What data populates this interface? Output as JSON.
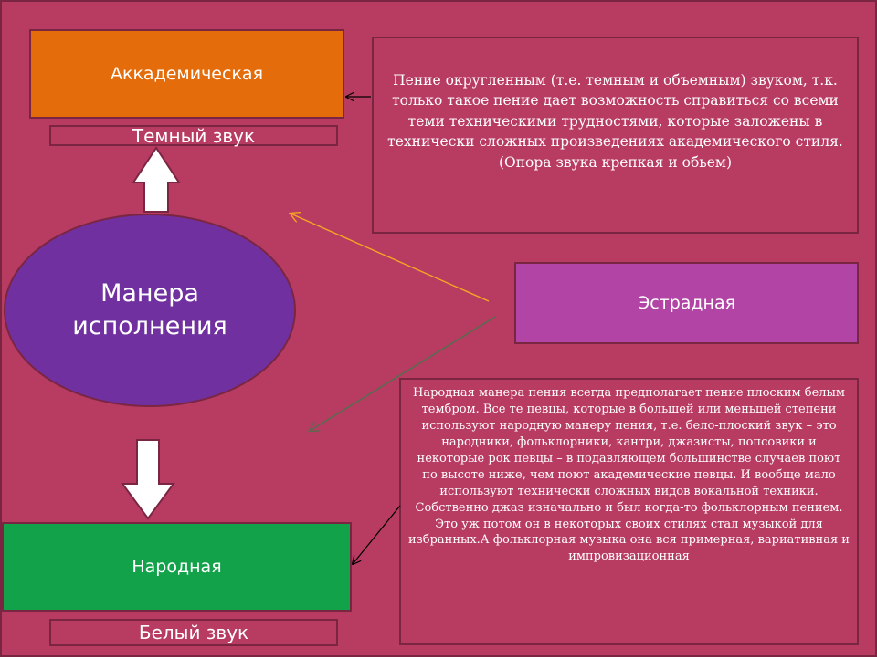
{
  "slide": {
    "academic_box": {
      "label": "Аккадемическая",
      "color": "#e46c0a"
    },
    "dark_sound_label": "Темный звук",
    "center_ellipse": {
      "label": "Манера исполнения",
      "color": "#7030a0"
    },
    "estrada_box": {
      "label": "Эстрадная",
      "color": "#b244a5"
    },
    "folk_box": {
      "label": "Народная",
      "color": "#12a24a"
    },
    "white_sound_label": "Белый звук",
    "academic_description": {
      "main": "Пение округленным (т.е. темным и объемным) звуком, т.к. только такое пение дает возможность справиться со всеми теми техническими трудностями, которые заложены в технически сложных произведениях академического стиля.",
      "note": "(Опора звука крепкая и обьем)"
    },
    "folk_description": "Народная манера пения всегда предполагает пение плоским белым тембром. Все те певцы, которые в большей или меньшей степени используют народную манеру пения, т.е. бело-плоский звук – это народники, фольклорники, кантри, джазисты, попсовики и некоторые рок певцы – в подавляющем большинстве случаев поют по высоте ниже, чем поют академические певцы. И вообще мало используют технически сложных видов вокальной техники. Собственно джаз изначально и был когда-то фольклорным пением. Это уж потом он в некоторых своих стилях стал музыкой для избранных.А фольклорная музыка она вся примерная, вариативная и импровизационная",
    "background_color": "#b83b62"
  }
}
